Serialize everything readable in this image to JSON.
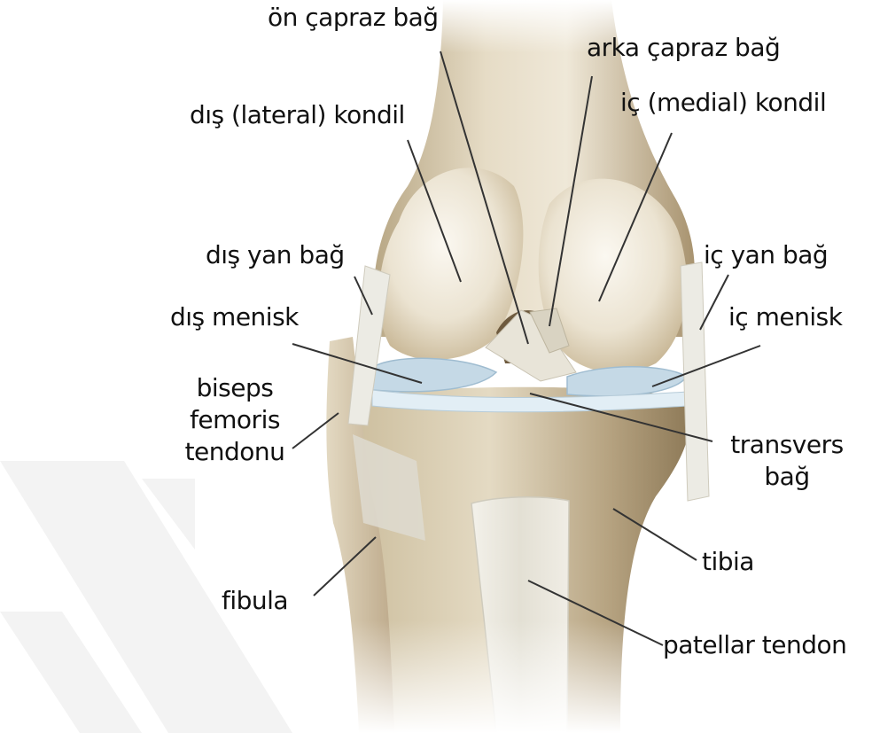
{
  "diagram": {
    "labels": {
      "anterior_cruciate": "ön çapraz bağ",
      "posterior_cruciate": "arka çapraz bağ",
      "lateral_condyle": "dış (lateral) kondil",
      "medial_condyle": "iç (medial) kondil",
      "lateral_collateral": "dış yan bağ",
      "medial_collateral": "iç yan bağ",
      "lateral_meniscus": "dış menisk",
      "medial_meniscus": "iç menisk",
      "biceps_line1": "biseps",
      "biceps_line2": "femoris",
      "biceps_line3": "tendonu",
      "transverse_line1": "transvers",
      "transverse_line2": "bağ",
      "tibia": "tibia",
      "fibula": "fibula",
      "patellar_tendon": "patellar tendon"
    },
    "colors": {
      "bone": "#ded2b8",
      "bone_shadow": "#b19e7e",
      "bone_highlight": "#f7f3ea",
      "ligament": "#ece9df",
      "meniscus": "#b9d2e2",
      "leader_line": "#333333",
      "watermark": "#f2f2f2"
    }
  }
}
